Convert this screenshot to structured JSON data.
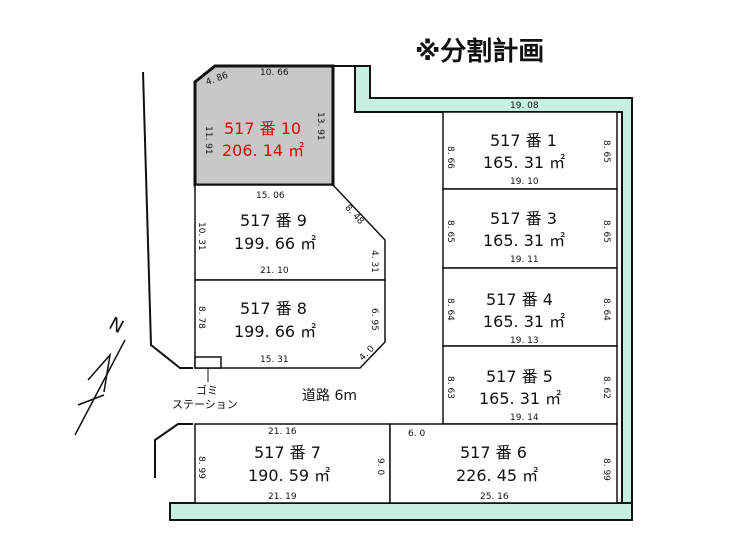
{
  "title": "※分割計画",
  "road_label": "道路 6m",
  "garbage_station": [
    "ゴミ",
    "ステーション"
  ],
  "north": "N",
  "colors": {
    "green": "#c8f0e0",
    "highlight": "#c8c8c8",
    "line": "#111111",
    "accent": "#e00000"
  },
  "lots": [
    {
      "label": "517 番 10",
      "area": "206. 14 ㎡",
      "highlight": true,
      "dims": [
        "4. 86",
        "10. 66",
        "11. 91",
        "13. 91",
        "15. 06"
      ]
    },
    {
      "label": "517 番 9",
      "area": "199. 66 ㎡",
      "highlight": false,
      "dims": [
        "10. 31",
        "8. 48",
        "4. 31",
        "21. 10"
      ]
    },
    {
      "label": "517 番 8",
      "area": "199. 66 ㎡",
      "highlight": false,
      "dims": [
        "8. 78",
        "6. 95",
        "4. 0",
        "15. 31"
      ]
    },
    {
      "label": "517 番 1",
      "area": "165. 31 ㎡",
      "highlight": false,
      "dims": [
        "19. 08",
        "8. 66",
        "8. 65",
        "19. 10"
      ]
    },
    {
      "label": "517 番 3",
      "area": "165. 31 ㎡",
      "highlight": false,
      "dims": [
        "8. 65",
        "8. 65",
        "19. 11"
      ]
    },
    {
      "label": "517 番 4",
      "area": "165. 31 ㎡",
      "highlight": false,
      "dims": [
        "8. 64",
        "8. 64",
        "19. 13"
      ]
    },
    {
      "label": "517 番 5",
      "area": "165. 31 ㎡",
      "highlight": false,
      "dims": [
        "8. 63",
        "8. 62",
        "19. 14"
      ]
    },
    {
      "label": "517 番 7",
      "area": "190. 59 ㎡",
      "highlight": false,
      "dims": [
        "21. 16",
        "8. 99",
        "9. 0",
        "21. 19"
      ]
    },
    {
      "label": "517 番 6",
      "area": "226. 45 ㎡",
      "highlight": false,
      "dims": [
        "6. 0",
        "8. 99",
        "25. 16"
      ]
    }
  ]
}
